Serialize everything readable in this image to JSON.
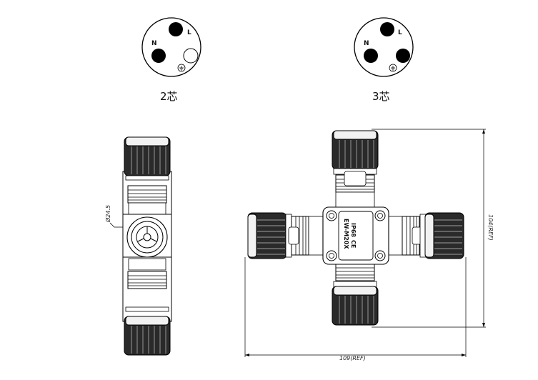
{
  "pinouts": [
    {
      "caption": "2芯",
      "pins": {
        "live": "L",
        "neutral": "N"
      },
      "earth_pin": "empty",
      "earth_symbol": "ground-icon"
    },
    {
      "caption": "3芯",
      "pins": {
        "live": "L",
        "neutral": "N"
      },
      "earth_pin": "filled",
      "earth_symbol": "ground-icon"
    }
  ],
  "side_view": {
    "diameter_label": "Ø24.5"
  },
  "front_view": {
    "body_marking_line1": "IP68",
    "body_marking_line2": "EW-M20X",
    "ce_mark": "CE",
    "width_label": "109(REF)",
    "height_label": "104(REF)"
  }
}
